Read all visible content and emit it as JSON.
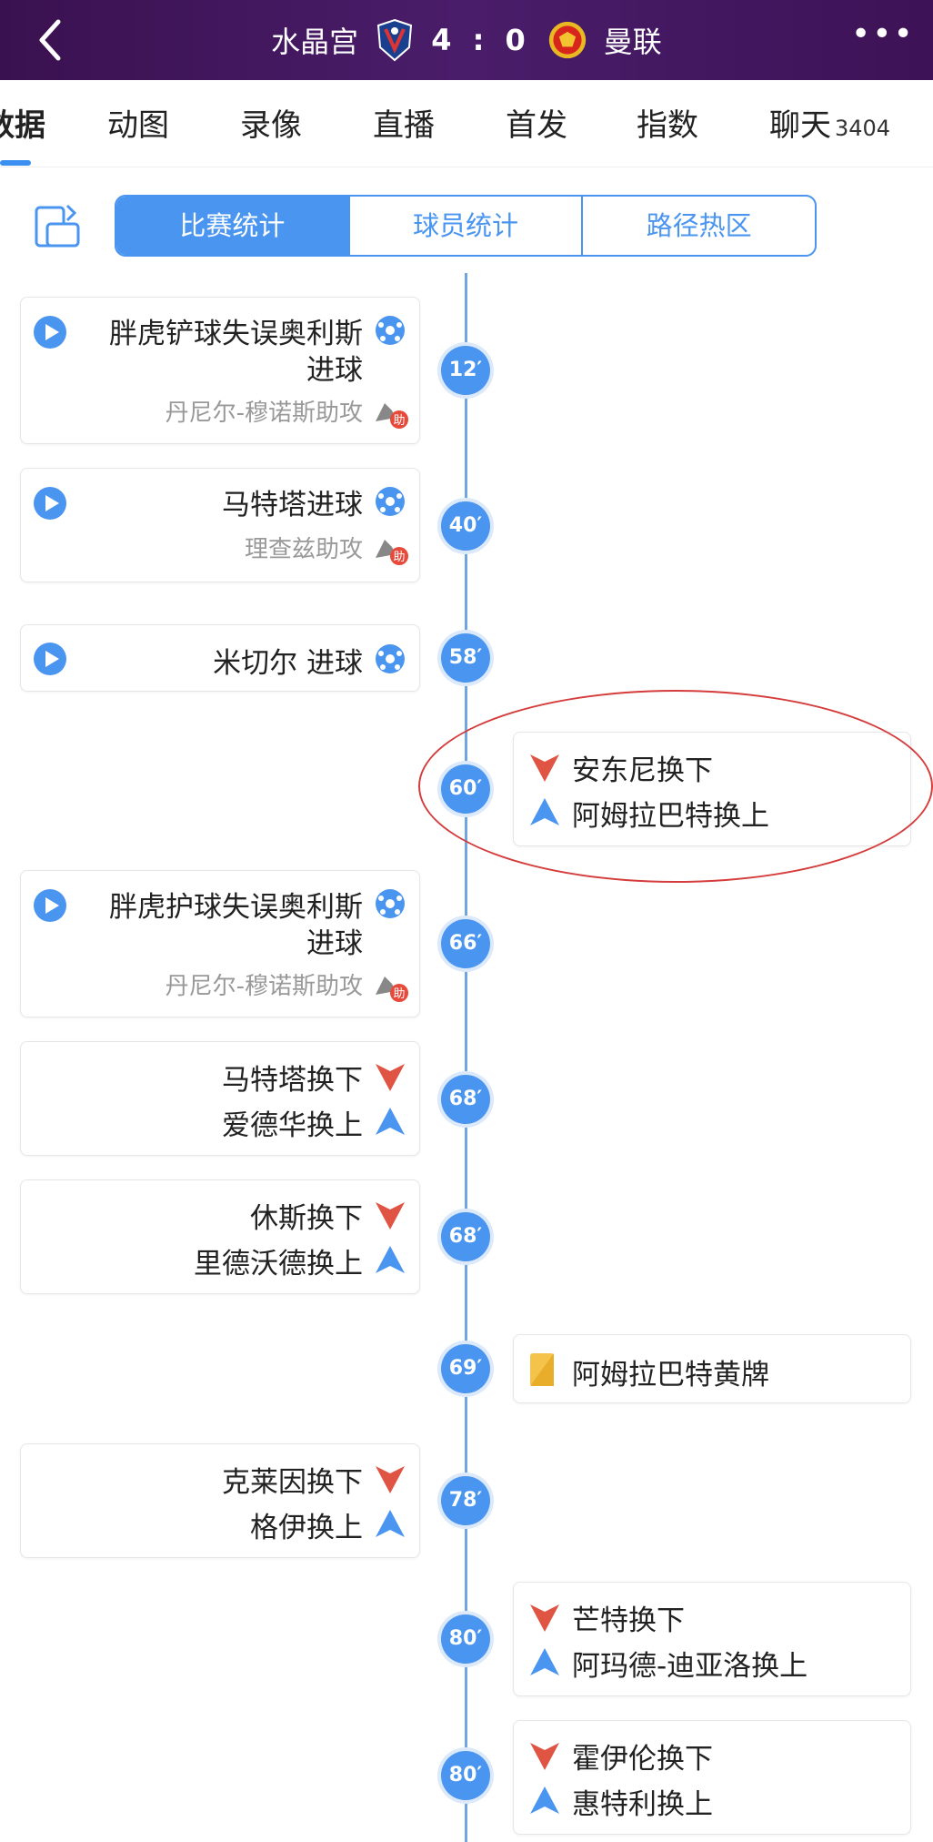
{
  "header": {
    "home_team": "水晶宫",
    "score": "4 : 0",
    "away_team": "曼联",
    "more": "•••"
  },
  "tabs": [
    {
      "label": "数据"
    },
    {
      "label": "动图"
    },
    {
      "label": "录像"
    },
    {
      "label": "直播"
    },
    {
      "label": "首发"
    },
    {
      "label": "指数"
    },
    {
      "label": "聊天",
      "count": "3404"
    }
  ],
  "segments": [
    "比赛统计",
    "球员统计",
    "路径热区"
  ],
  "events": {
    "e1": {
      "minute": "12′",
      "title_line1": "胖虎铲球失误奥利斯",
      "title_line2": "进球",
      "assist": "丹尼尔-穆诺斯助攻",
      "assist_badge": "助"
    },
    "e2": {
      "minute": "40′",
      "title": "马特塔进球",
      "assist": "理查兹助攻",
      "assist_badge": "助"
    },
    "e3": {
      "minute": "58′",
      "title": "米切尔 进球"
    },
    "e4": {
      "minute": "60′",
      "out": "安东尼换下",
      "in": "阿姆拉巴特换上"
    },
    "e5": {
      "minute": "66′",
      "title_line1": "胖虎护球失误奥利斯",
      "title_line2": "进球",
      "assist": "丹尼尔-穆诺斯助攻",
      "assist_badge": "助"
    },
    "e6": {
      "minute": "68′",
      "out": "马特塔换下",
      "in": "爱德华换上"
    },
    "e7": {
      "minute": "68′",
      "out": "休斯换下",
      "in": "里德沃德换上"
    },
    "e8": {
      "minute": "69′",
      "title": "阿姆拉巴特黄牌"
    },
    "e9": {
      "minute": "78′",
      "out": "克莱因换下",
      "in": "格伊换上"
    },
    "e10": {
      "minute": "80′",
      "out": "芒特换下",
      "in": "阿玛德-迪亚洛换上"
    },
    "e11": {
      "minute": "80′",
      "out": "霍伊伦换下",
      "in": "惠特利换上"
    }
  },
  "colors": {
    "accent": "#4a95f0",
    "header_bg": "#3f145a",
    "sub_out": "#e05444",
    "sub_in": "#4a95f0",
    "yellow_card": "#f5c34a"
  }
}
